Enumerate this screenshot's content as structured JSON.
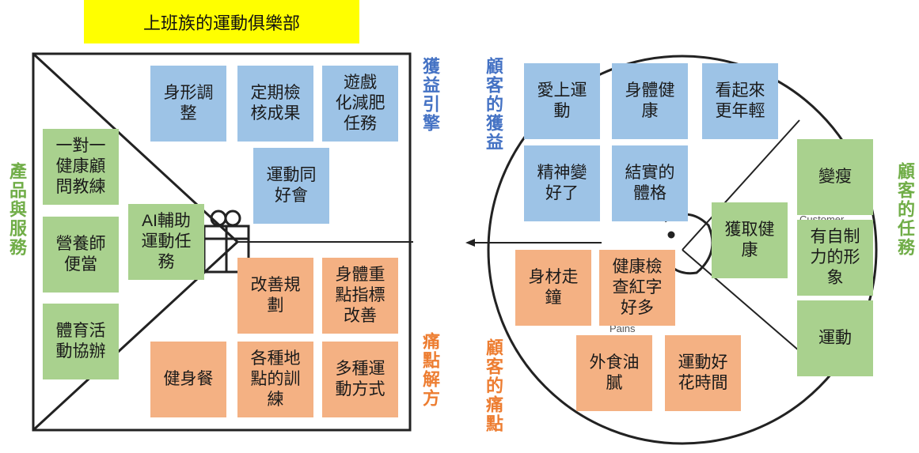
{
  "title": "上班族的運動俱樂部",
  "side_labels": {
    "gain_creators": "獲益引擎",
    "pain_relievers": "痛點解方",
    "products_services": "產品與服務",
    "customer_gains": "顧客的獲益",
    "customer_pains": "顧客的痛點",
    "customer_jobs": "顧客的任務"
  },
  "colors": {
    "gain": "#4472c4",
    "pain": "#ed7d31",
    "job": "#70ad47"
  },
  "gain_creators": [
    "身形調\n整",
    "定期檢\n核成果",
    "遊戲\n化減肥\n任務",
    "運動同\n好會"
  ],
  "products_services": [
    "一對一\n健康顧\n問教練",
    "營養師\n便當",
    "AI輔助\n運動任\n務",
    "體育活\n動協辦"
  ],
  "pain_relievers": [
    "改善規\n劃",
    "身體重\n點指標\n改善",
    "健身餐",
    "各種地\n點的訓\n練",
    "多種運\n動方式"
  ],
  "customer_gains": [
    "愛上運\n動",
    "身體健\n康",
    "看起來\n更年輕",
    "精神變\n好了",
    "結實的\n體格"
  ],
  "customer_jobs": [
    "獲取健\n康",
    "變瘦",
    "有自制\n力的形\n象",
    "運動"
  ],
  "customer_pains": [
    "身材走\n鐘",
    "健康檢\n查紅字\n好多",
    "外食油\n膩",
    "運動好\n花時間"
  ],
  "ghost_text": {
    "customer": "Customer",
    "pains": "Pains"
  }
}
